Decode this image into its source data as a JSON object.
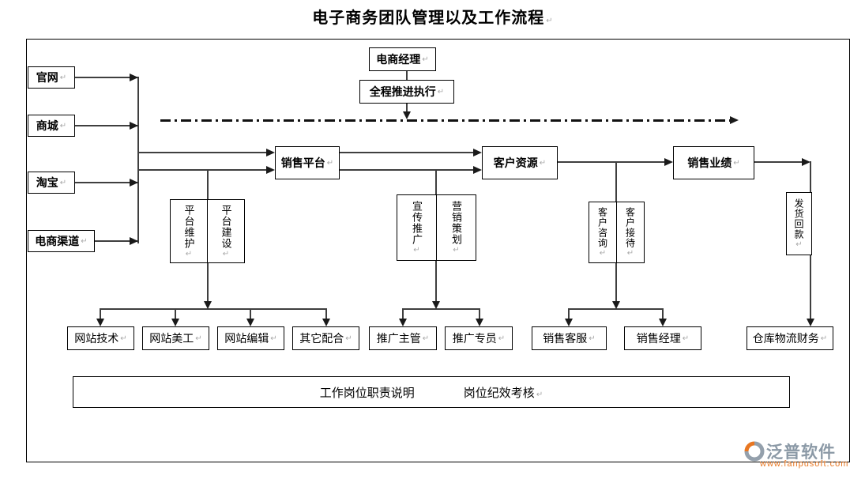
{
  "title": "电子商务团队管理以及工作流程",
  "marks": {
    "return": "↵"
  },
  "top": {
    "manager": "电商经理",
    "execution": "全程推进执行"
  },
  "channels": [
    "官网",
    "商城",
    "淘宝",
    "电商渠道"
  ],
  "flow": {
    "sales_platform": "销售平台",
    "customer_resources": "客户资源",
    "sales_performance": "销售业绩"
  },
  "vertical_roles": {
    "platform_maintenance": "平台维护",
    "platform_construction": "平台建设",
    "promotion": "宣传推广",
    "marketing_planning": "营销策划",
    "customer_consulting": "客户咨询",
    "customer_reception": "客户接待",
    "shipping_payment": "发货回款"
  },
  "positions": [
    "网站技术",
    "网站美工",
    "网站编辑",
    "其它配合",
    "推广主管",
    "推广专员",
    "销售客服",
    "销售经理",
    "仓库物流财务"
  ],
  "footer_bar": {
    "duty": "工作岗位职责说明",
    "assessment": "岗位纪效考核"
  },
  "watermark": {
    "brand": "泛普软件",
    "url": "www.fanpusoft.com",
    "orange": "#e87722",
    "gray": "#8b99a6"
  }
}
